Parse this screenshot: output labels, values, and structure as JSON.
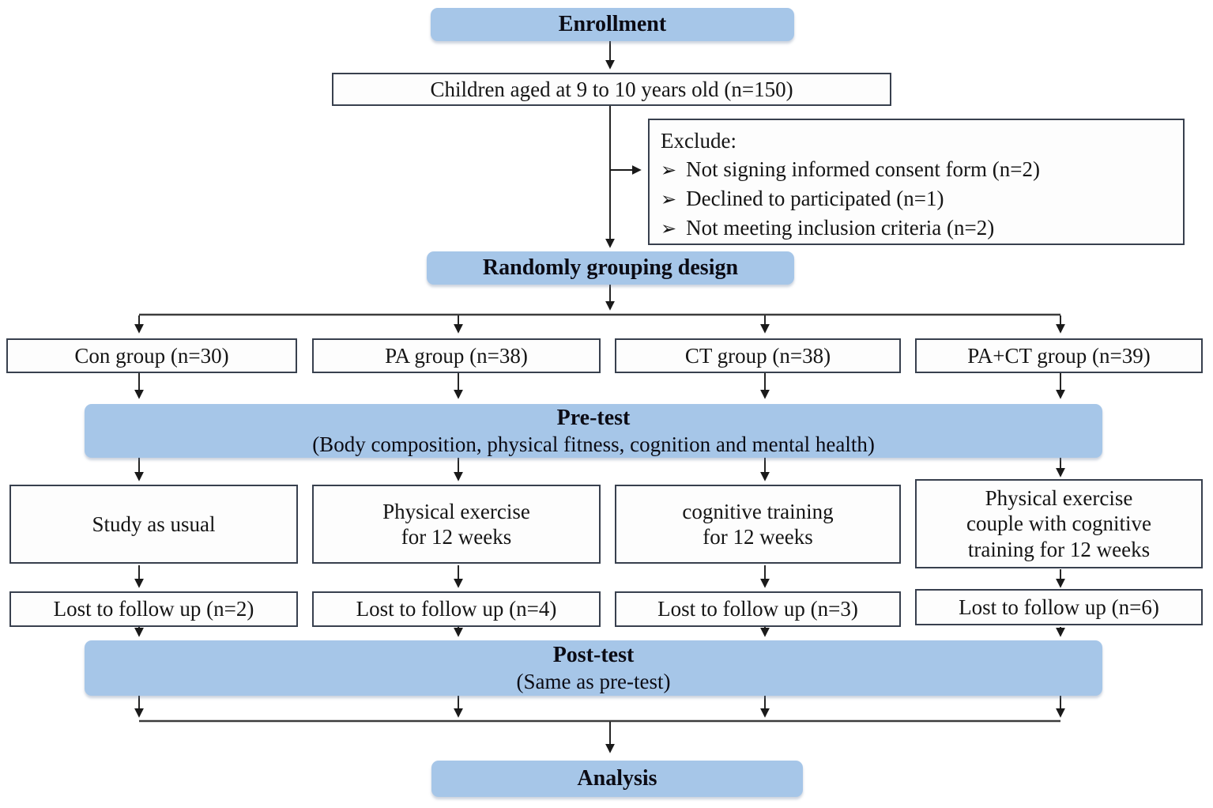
{
  "diagram": {
    "enrollment": "Enrollment",
    "population": "Children aged at 9 to 10 years old (n=150)",
    "exclude": {
      "title": "Exclude:",
      "bullet": "➢",
      "items": [
        "Not signing informed consent form (n=2)",
        "Declined to participated (n=1)",
        "Not meeting inclusion criteria (n=2)"
      ]
    },
    "randomization": "Randomly grouping design",
    "groups": [
      {
        "label": "Con group (n=30)",
        "intervention": "Study as usual",
        "lost": "Lost to follow up (n=2)"
      },
      {
        "label": "PA group (n=38)",
        "intervention": "Physical exercise\nfor 12 weeks",
        "lost": "Lost to follow up (n=4)"
      },
      {
        "label": "CT group (n=38)",
        "intervention": "cognitive training\nfor 12 weeks",
        "lost": "Lost to follow up (n=3)"
      },
      {
        "label": "PA+CT group (n=39)",
        "intervention": "Physical exercise\ncouple with cognitive\ntraining for 12 weeks",
        "lost": "Lost to follow up (n=6)"
      }
    ],
    "pretest": {
      "title": "Pre-test",
      "subtitle": "(Body composition, physical fitness, cognition and mental health)"
    },
    "posttest": {
      "title": "Post-test",
      "subtitle": "(Same as pre-test)"
    },
    "analysis": "Analysis",
    "colors": {
      "node_fill_blue": "#a6c6e8",
      "node_border": "#38404e",
      "arrow": "#1a1a1a"
    }
  }
}
